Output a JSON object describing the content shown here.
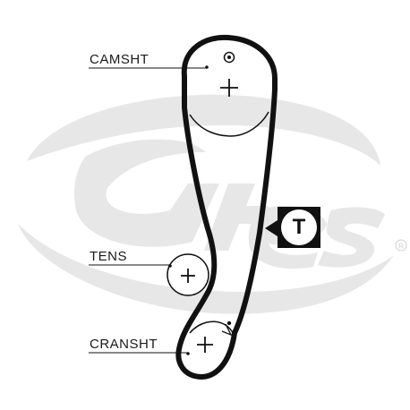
{
  "labels": {
    "camshaft": "CAMSHT",
    "tensioner": "TENS",
    "crankshaft": "CRANSHT"
  },
  "badge": {
    "letter": "T"
  },
  "colors": {
    "belt": "#111111",
    "watermark": "#e6e6e6",
    "text": "#1a1a1a"
  },
  "icons": {
    "pulley_center": "plus-icon",
    "timing_mark": "dot-circle-icon",
    "watermark": "gates-logo"
  }
}
